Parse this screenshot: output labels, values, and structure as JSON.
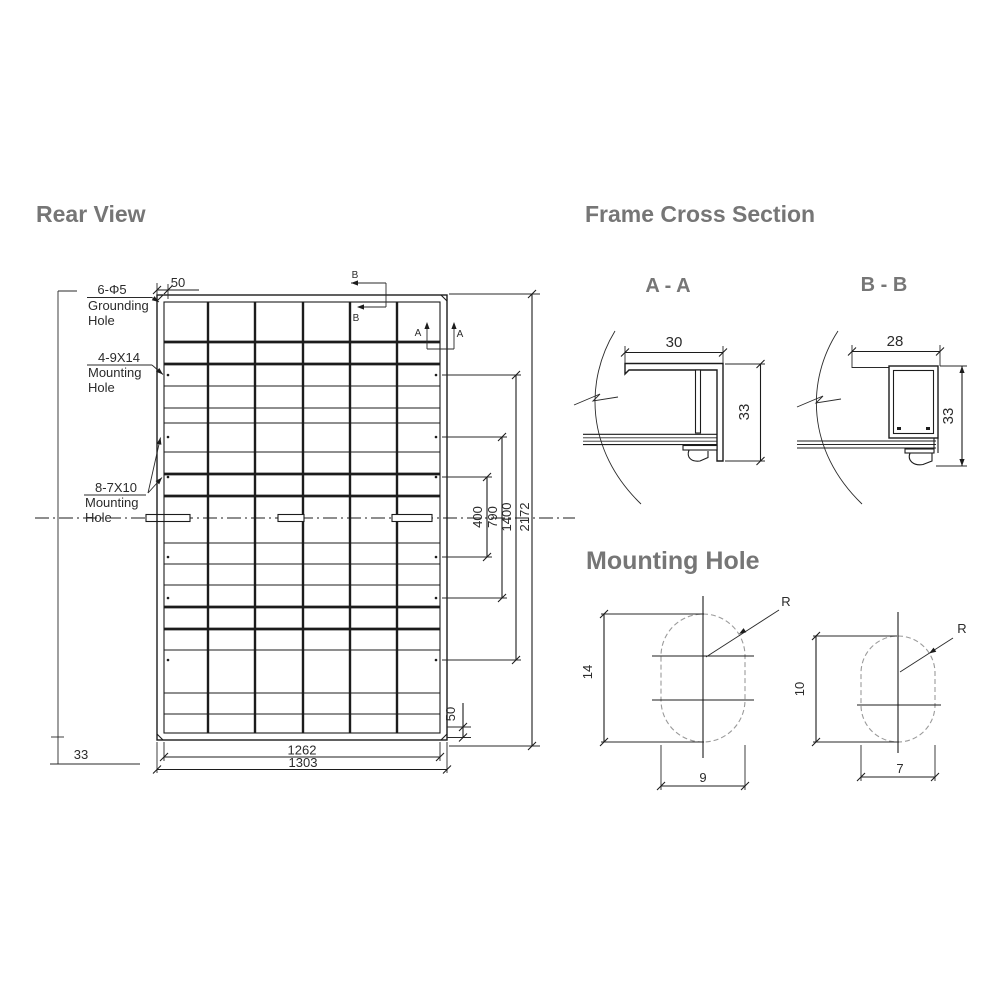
{
  "titles": {
    "rear_view": "Rear View",
    "frame_cross_section": "Frame Cross Section",
    "mounting_hole": "Mounting Hole"
  },
  "sections": {
    "aa_label": "A - A",
    "bb_label": "B - B"
  },
  "rear_view": {
    "grounding_label": {
      "l1": "6-Φ5",
      "l2": "Grounding",
      "l3": "Hole"
    },
    "mounting_label_1": {
      "l1": "4-9X14",
      "l2": "Mounting",
      "l3": "Hole"
    },
    "mounting_label_2": {
      "l1": "8-7X10",
      "l2": "Mounting",
      "l3": "Hole"
    },
    "marker_a": "A",
    "marker_b": "B",
    "dim_top_offset": "50",
    "dim_frame_height": "33",
    "dim_hole_span_400": "400",
    "dim_hole_span_790": "790",
    "dim_hole_span_1400": "1400",
    "dim_overall_height": "2172",
    "dim_bottom_offset": "50",
    "dim_glass_width": "1262",
    "dim_overall_width": "1303"
  },
  "cross_section_aa": {
    "dim_width": "30",
    "dim_height": "33"
  },
  "cross_section_bb": {
    "dim_width": "28",
    "dim_height": "33"
  },
  "mounting_hole_large": {
    "dim_height": "14",
    "dim_width": "9",
    "radius": "R"
  },
  "mounting_hole_small": {
    "dim_height": "10",
    "dim_width": "7",
    "radius": "R"
  }
}
